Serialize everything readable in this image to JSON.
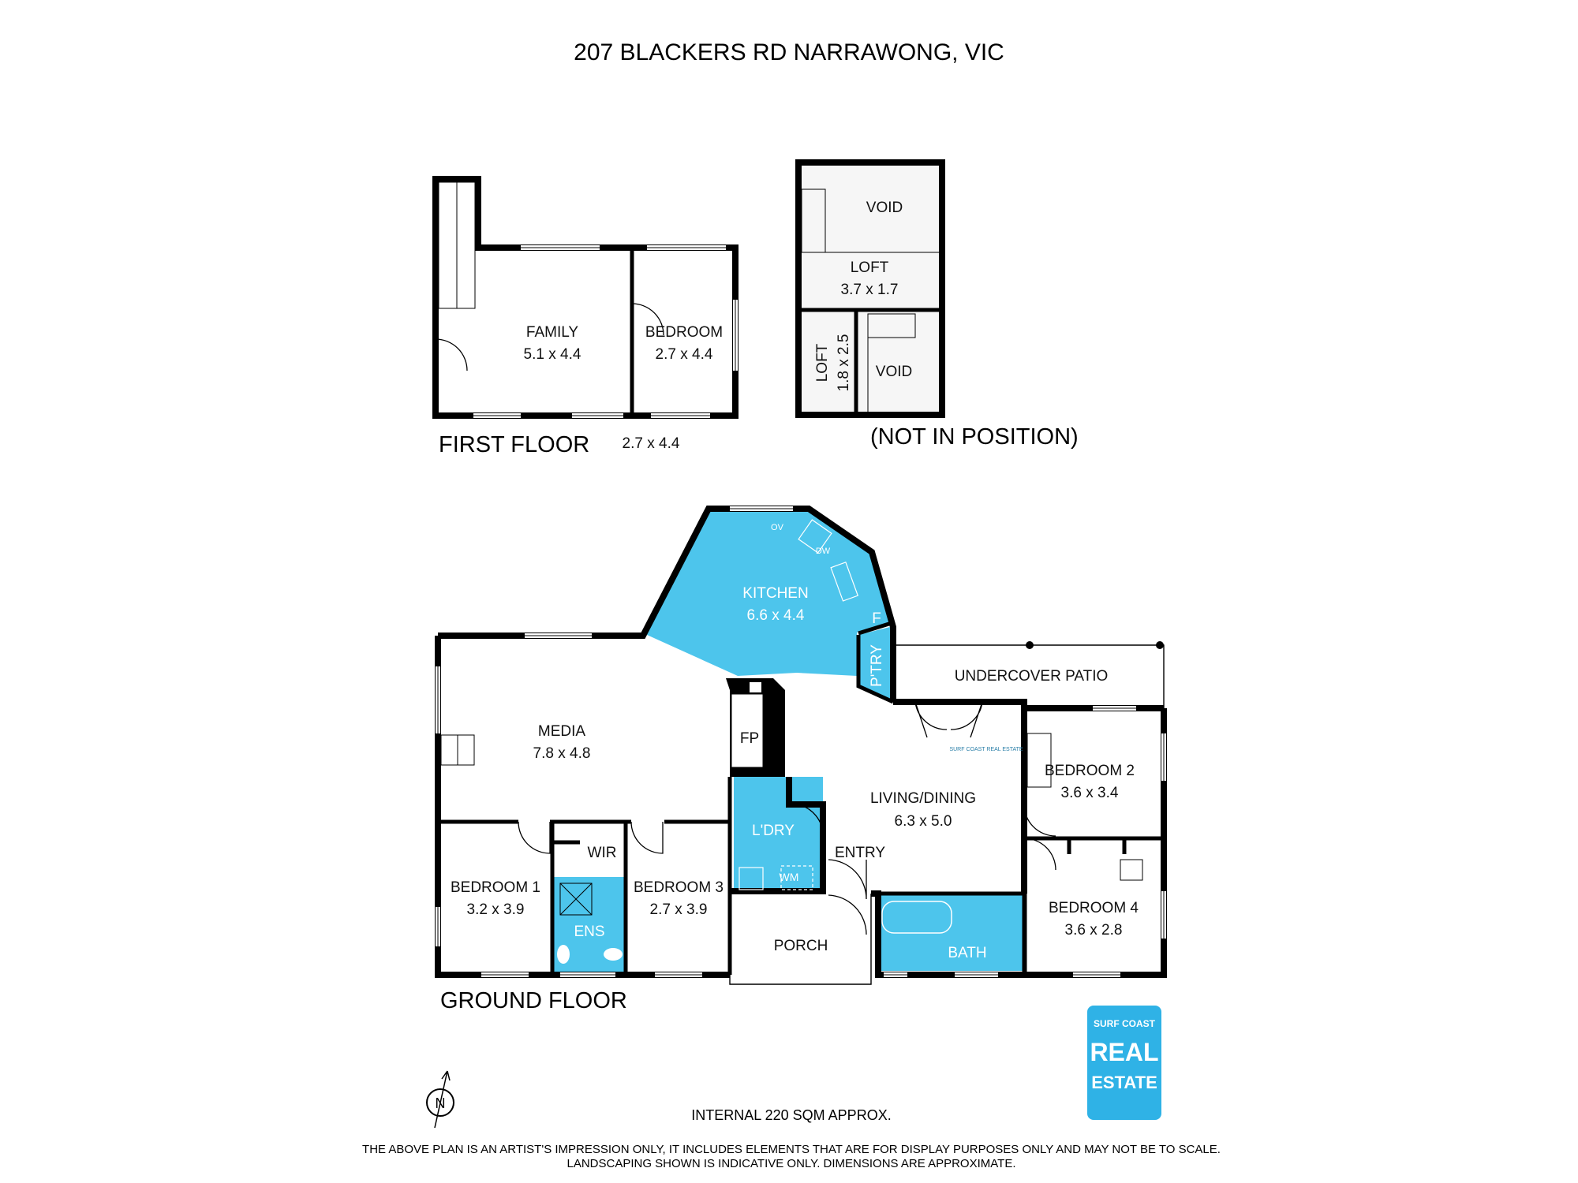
{
  "title": "207 BLACKERS RD NARRAWONG, VIC",
  "first_floor": {
    "label": "FIRST FLOOR",
    "stray_dim": "2.7 x 4.4",
    "rooms": [
      {
        "name": "FAMILY",
        "dim": "5.1 x 4.4"
      },
      {
        "name": "BEDROOM",
        "dim": "2.7 x 4.4"
      }
    ]
  },
  "loft": {
    "note": "(NOT IN POSITION)",
    "void_top": "VOID",
    "loft_top": {
      "name": "LOFT",
      "dim": "3.7 x 1.7"
    },
    "loft_side": {
      "name": "LOFT",
      "dim": "1.8 x 2.5"
    },
    "void_bottom": "VOID"
  },
  "ground_floor": {
    "label": "GROUND FLOOR",
    "rooms": {
      "kitchen": {
        "name": "KITCHEN",
        "dim": "6.6 x 4.4"
      },
      "media": {
        "name": "MEDIA",
        "dim": "7.8 x 4.8"
      },
      "living": {
        "name": "LIVING/DINING",
        "dim": "6.3 x 5.0"
      },
      "bedroom1": {
        "name": "BEDROOM 1",
        "dim": "3.2 x 3.9"
      },
      "bedroom2": {
        "name": "BEDROOM 2",
        "dim": "3.6 x 3.4"
      },
      "bedroom3": {
        "name": "BEDROOM 3",
        "dim": "2.7 x 3.9"
      },
      "bedroom4": {
        "name": "BEDROOM 4",
        "dim": "3.6 x 2.8"
      },
      "wir": "WIR",
      "ens": "ENS",
      "laundry": "L'DRY",
      "wm": "WM",
      "fp": "FP",
      "entry": "ENTRY",
      "porch": "PORCH",
      "bath": "BATH",
      "pantry": "P'TRY",
      "fridge": "F",
      "oven": "OV",
      "dishwasher": "DW",
      "patio": "UNDERCOVER PATIO",
      "watermark": "SURF COAST REAL ESTATE"
    }
  },
  "compass": "N",
  "internal_area": "INTERNAL 220 SQM APPROX.",
  "disclaimer": [
    "THE ABOVE PLAN IS AN ARTIST'S IMPRESSION ONLY, IT INCLUDES ELEMENTS THAT ARE FOR DISPLAY PURPOSES ONLY AND MAY NOT BE TO SCALE.",
    "LANDSCAPING SHOWN IS INDICATIVE ONLY. DIMENSIONS ARE APPROXIMATE."
  ],
  "logo": {
    "line1": "SURF COAST",
    "line2": "REAL",
    "line3": "ESTATE",
    "color": "#2fb2e6"
  },
  "colors": {
    "wet_area": "#4dc5ec",
    "wall": "#000000"
  }
}
